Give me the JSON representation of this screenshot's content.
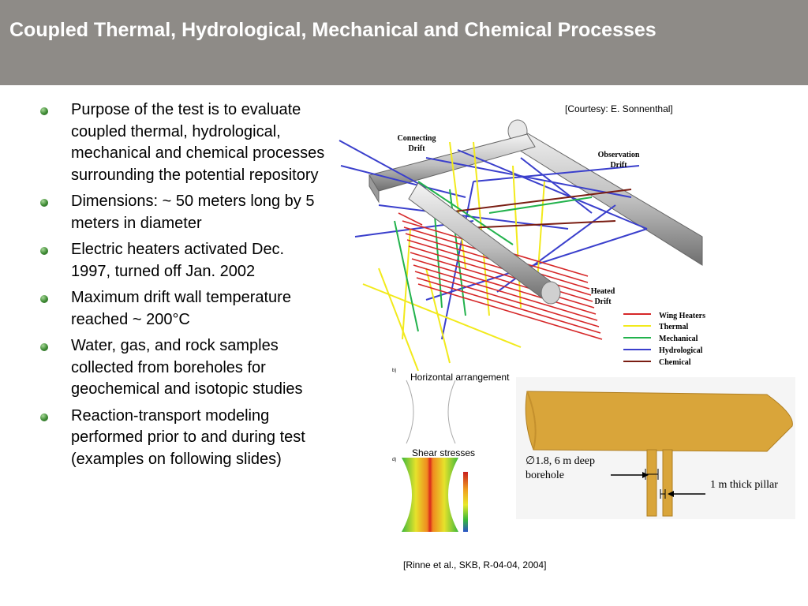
{
  "slide": {
    "title": "Coupled Thermal, Hydrological, Mechanical and Chemical Processes"
  },
  "bullets": [
    "Purpose of the test is to evaluate coupled thermal, hydrological, mechanical and chemical processes surrounding the potential repository",
    "Dimensions: ~ 50 meters long by 5 meters in diameter",
    "Electric heaters activated Dec. 1997, turned off Jan. 2002",
    "Maximum drift wall temperature reached ~ 200°C",
    "Water, gas, and rock samples collected from boreholes for geochemical and isotopic studies",
    "Reaction-transport modeling performed prior to and during test (examples on following slides)"
  ],
  "figure_top": {
    "courtesy": "[Courtesy: E. Sonnenthal]",
    "labels": {
      "connecting_line1": "Connecting",
      "connecting_line2": "Drift",
      "observation_line1": "Observation",
      "observation_line2": "Drift",
      "heated_line1": "Heated",
      "heated_line2": "Drift"
    },
    "legend": [
      {
        "label": "Wing Heaters",
        "color": "#d62728"
      },
      {
        "label": "Thermal",
        "color": "#f2ea1c"
      },
      {
        "label": "Mechanical",
        "color": "#22b24c"
      },
      {
        "label": "Hydrological",
        "color": "#3a3fcc"
      },
      {
        "label": "Chemical",
        "color": "#7a1d12"
      }
    ]
  },
  "figure_bottom": {
    "panel_b_letter": "b)",
    "panel_d_letter": "d)",
    "horizontal_label": "Horizontal arrangement",
    "shear_label": "Shear stresses",
    "borehole_line1": "∅1.8, 6 m deep",
    "borehole_line2": "borehole",
    "pillar_label": "1 m thick pillar",
    "reference": "[Rinne et al., SKB, R-04-04, 2004]"
  },
  "colors": {
    "header_bg": "#8e8b87",
    "bullet": "#3e8b34",
    "tunnel_orange": "#d9a53a"
  }
}
